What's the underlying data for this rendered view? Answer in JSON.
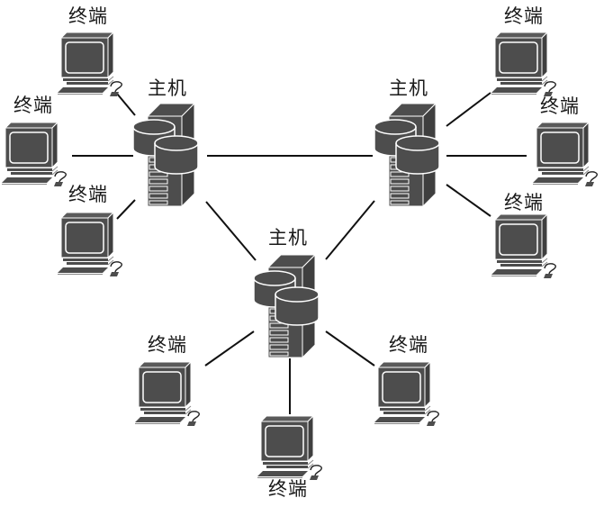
{
  "diagram": {
    "type": "network-topology",
    "colors": {
      "icon_fill": "#4d4d4d",
      "icon_outline": "#ffffff",
      "link_line": "#111111",
      "label_text": "#1a1a1a",
      "background": "#ffffff"
    },
    "hosts": [
      {
        "id": "host-left",
        "label": "主机"
      },
      {
        "id": "host-right",
        "label": "主机"
      },
      {
        "id": "host-bottom",
        "label": "主机"
      }
    ],
    "terminals": [
      {
        "id": "t-left-top",
        "label": "终端",
        "host": "host-left"
      },
      {
        "id": "t-left-mid",
        "label": "终端",
        "host": "host-left"
      },
      {
        "id": "t-left-bottom",
        "label": "终端",
        "host": "host-left"
      },
      {
        "id": "t-right-top",
        "label": "终端",
        "host": "host-right"
      },
      {
        "id": "t-right-mid",
        "label": "终端",
        "host": "host-right"
      },
      {
        "id": "t-right-bottom",
        "label": "终端",
        "host": "host-right"
      },
      {
        "id": "t-bottom-left",
        "label": "终端",
        "host": "host-bottom"
      },
      {
        "id": "t-bottom-mid",
        "label": "终端",
        "host": "host-bottom"
      },
      {
        "id": "t-bottom-right",
        "label": "终端",
        "host": "host-bottom"
      }
    ],
    "host_links": [
      {
        "from": "host-left",
        "to": "host-right"
      },
      {
        "from": "host-left",
        "to": "host-bottom"
      },
      {
        "from": "host-right",
        "to": "host-bottom"
      }
    ]
  }
}
